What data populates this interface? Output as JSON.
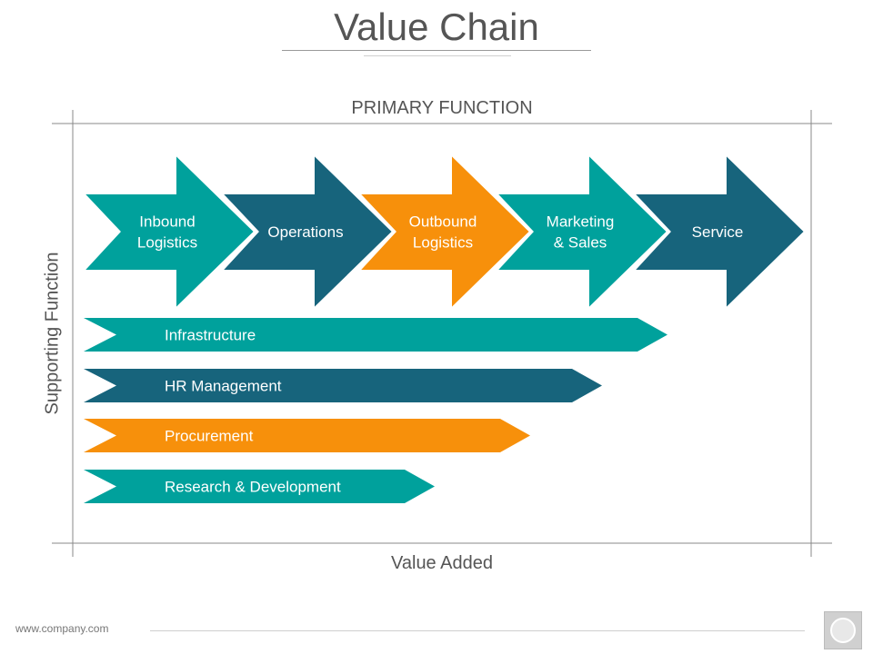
{
  "title": "Value Chain",
  "primary_label": "PRIMARY FUNCTION",
  "supporting_label": "Supporting Function",
  "bottom_label": "Value Added",
  "footer": {
    "url": "www.company.com"
  },
  "colors": {
    "teal": "#00A19C",
    "navy": "#17647C",
    "orange": "#F7900B",
    "line": "#888888"
  },
  "primary_activities": [
    {
      "lines": [
        "Inbound",
        "Logistics"
      ],
      "color": "#00A19C"
    },
    {
      "lines": [
        "Operations"
      ],
      "color": "#17647C"
    },
    {
      "lines": [
        "Outbound",
        "Logistics"
      ],
      "color": "#F7900B"
    },
    {
      "lines": [
        "Marketing",
        "& Sales"
      ],
      "color": "#00A19C"
    },
    {
      "lines": [
        "Service"
      ],
      "color": "#17647C"
    }
  ],
  "support_activities": [
    {
      "label": "Infrastructure",
      "color": "#00A19C"
    },
    {
      "label": "HR Management",
      "color": "#17647C"
    },
    {
      "label": "Procurement",
      "color": "#F7900B"
    },
    {
      "label": "Research & Development",
      "color": "#00A19C"
    }
  ]
}
